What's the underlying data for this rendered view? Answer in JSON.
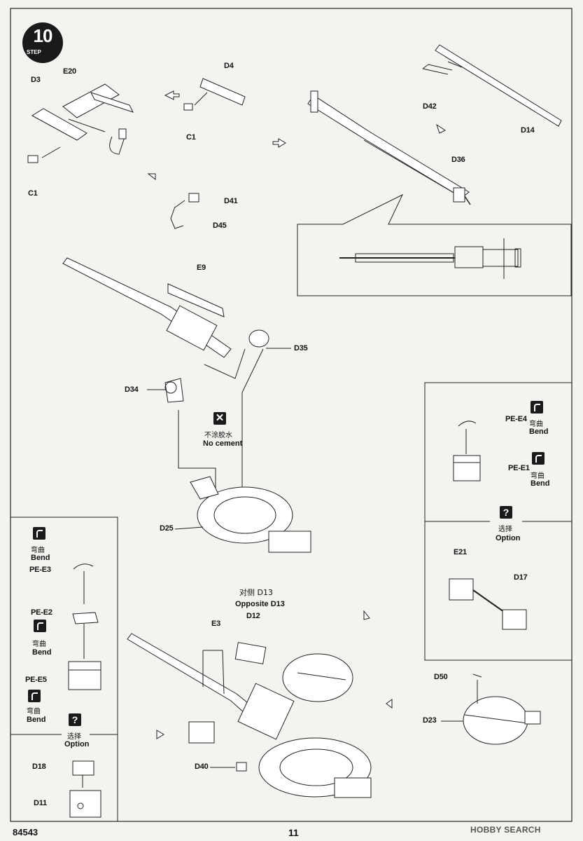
{
  "step": {
    "number": "10",
    "word": "STEP"
  },
  "parts": {
    "d3": "D3",
    "e20": "E20",
    "c1_left": "C1",
    "d4": "D4",
    "c1_mid": "C1",
    "d42": "D42",
    "d14": "D14",
    "d36": "D36",
    "d41": "D41",
    "d45": "D45",
    "e9": "E9",
    "d35": "D35",
    "d34": "D34",
    "d25": "D25",
    "pe_e4": "PE-E4",
    "pe_e1": "PE-E1",
    "e21": "E21",
    "d17": "D17",
    "pe_e3": "PE-E3",
    "pe_e2": "PE-E2",
    "pe_e5": "PE-E5",
    "d18": "D18",
    "d11": "D11",
    "d13_cn": "对侧 D13",
    "d13_en": "Opposite D13",
    "d12": "D12",
    "e3": "E3",
    "d40": "D40",
    "d50": "D50",
    "d23": "D23"
  },
  "notes": {
    "bend_cn": "弯曲",
    "bend_en": "Bend",
    "option_cn": "选择",
    "option_en": "Option",
    "nocement_cn": "不涂胶水",
    "nocement_en": "No cement"
  },
  "icons": {
    "bend": "bend-icon",
    "option": "question-icon",
    "nocement": "no-cement-icon"
  },
  "footer": {
    "code": "84543",
    "page": "11"
  },
  "watermark": "HOBBY SEARCH"
}
